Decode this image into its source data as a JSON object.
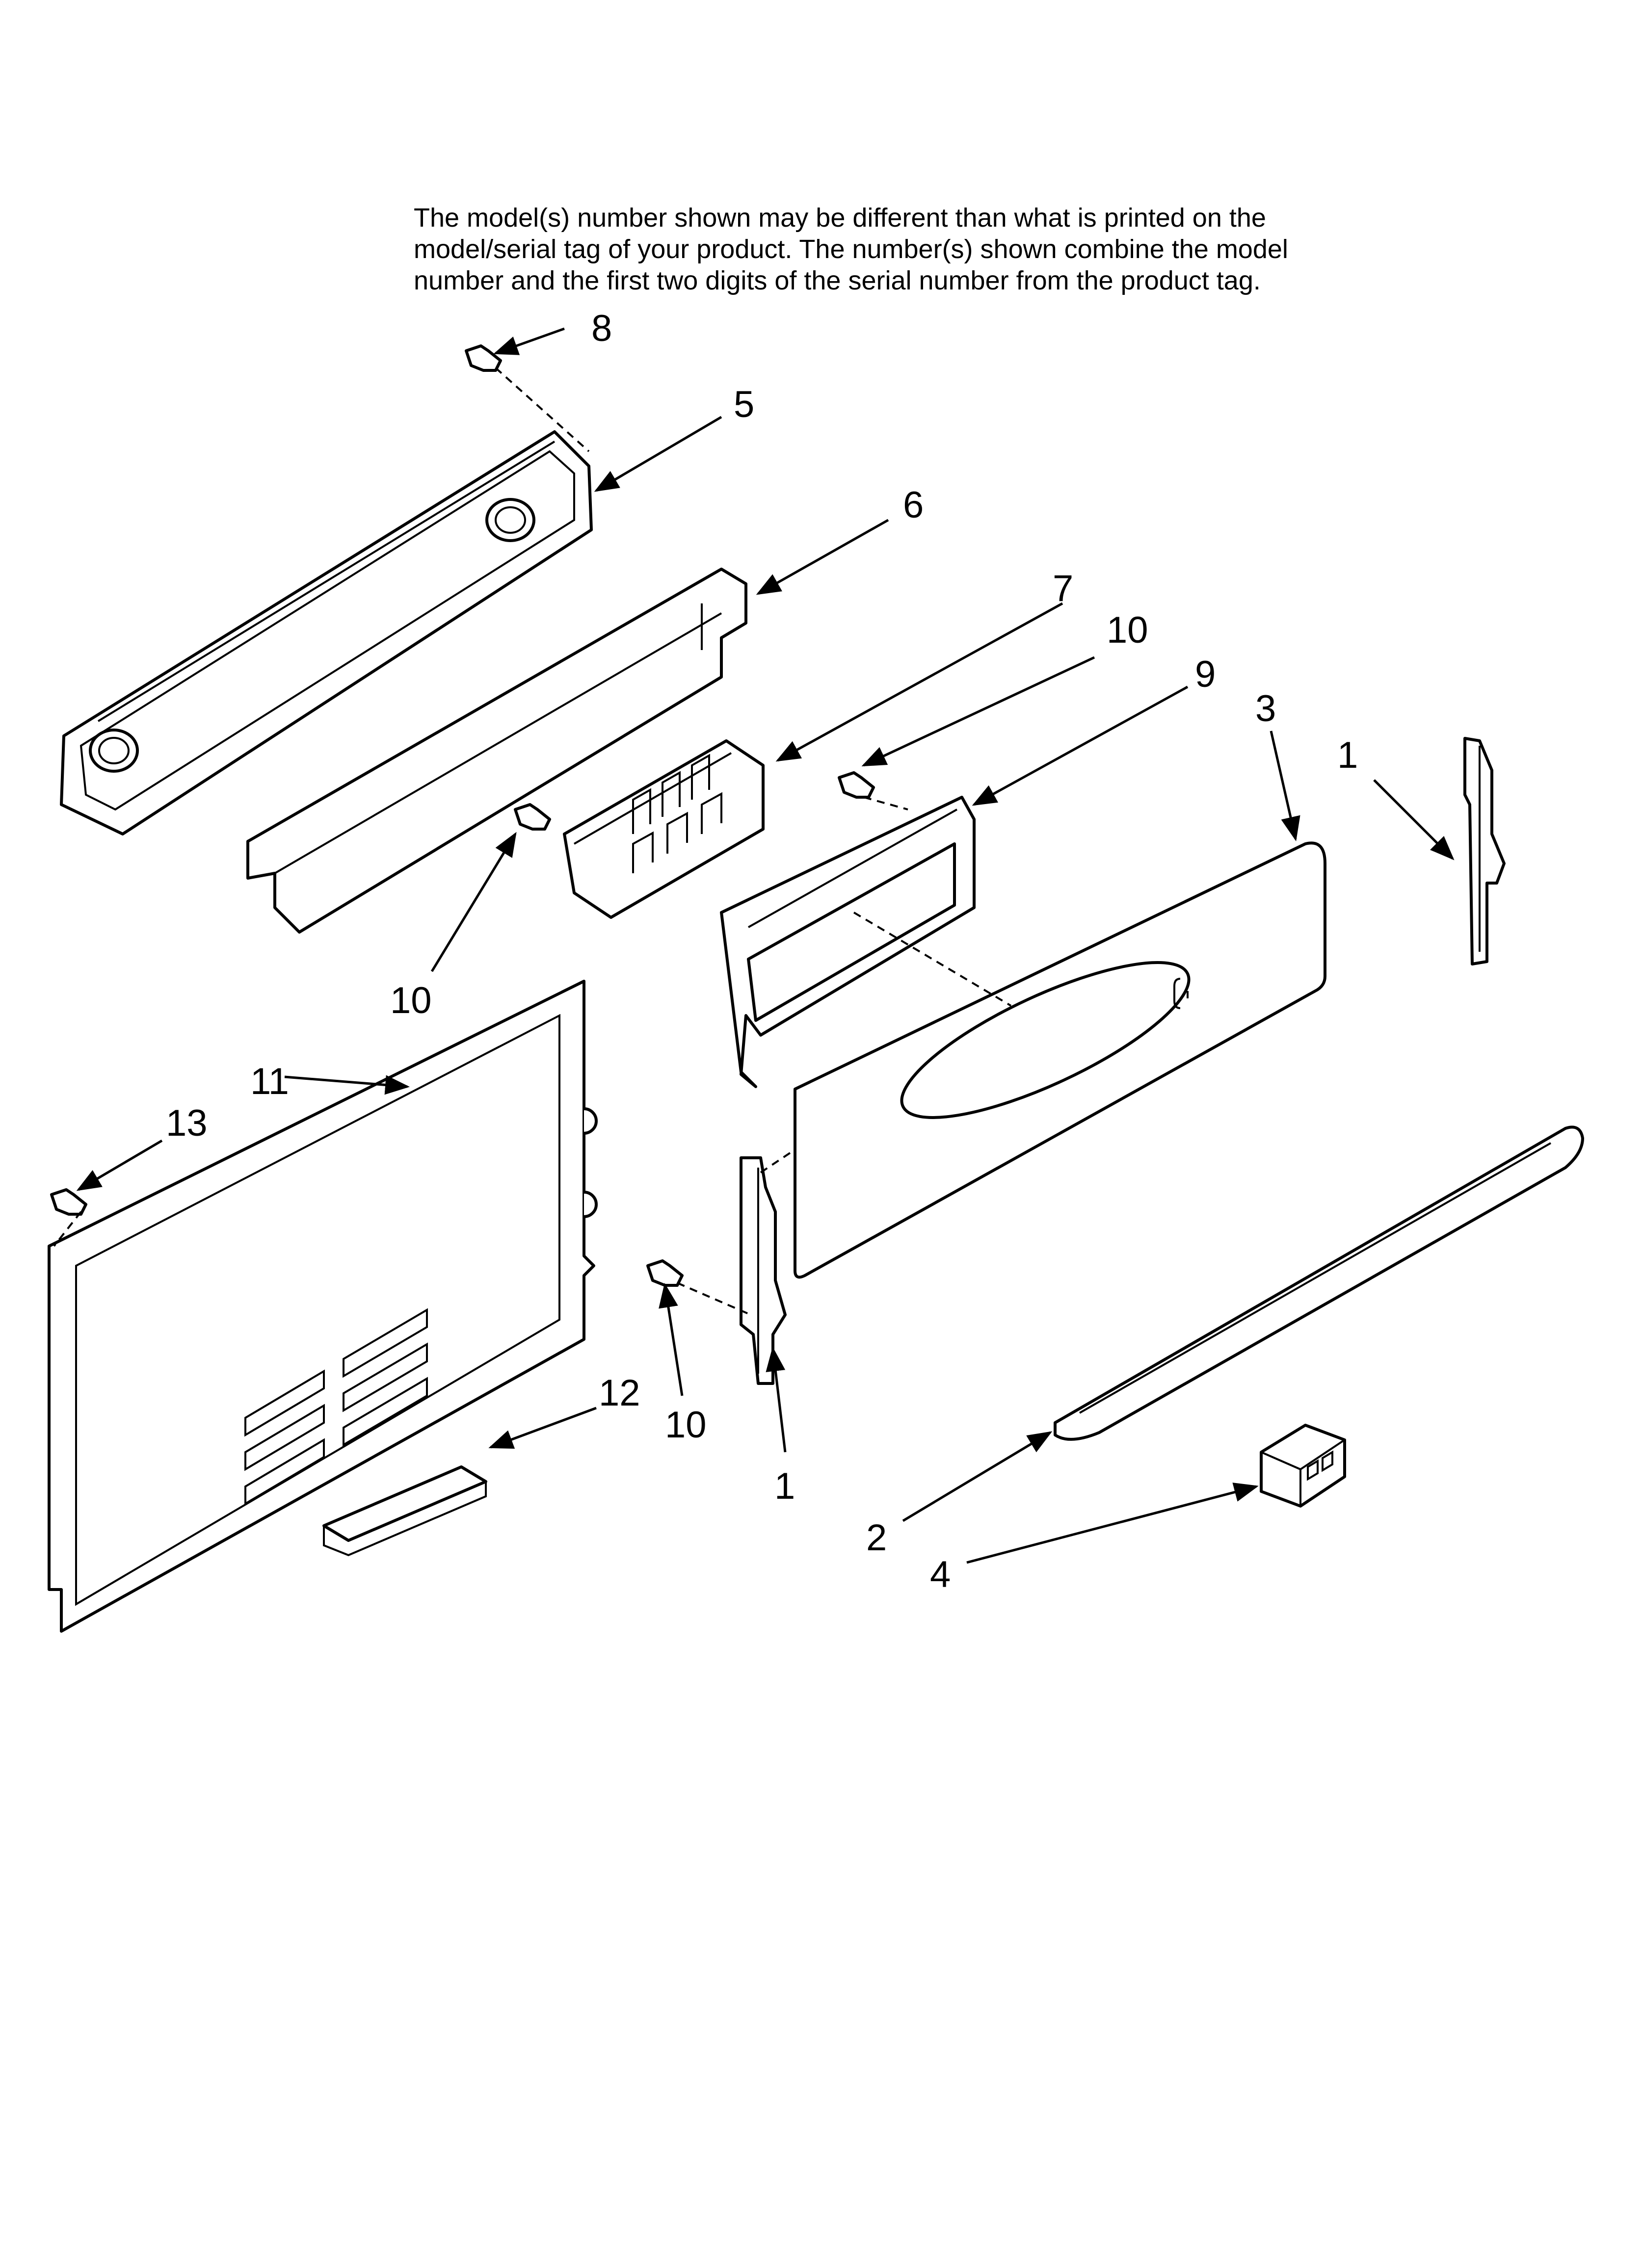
{
  "note": {
    "line1": "The model(s) number shown may be different than what is printed on the",
    "line2": "model/serial tag of your product. The number(s) shown combine the model",
    "line3": "number and the first two digits of the serial number from the product tag."
  },
  "callouts": {
    "c8": "8",
    "c5": "5",
    "c6": "6",
    "c7": "7",
    "c10_top": "10",
    "c9": "9",
    "c3": "3",
    "c1_right": "1",
    "c10_left": "10",
    "c11": "11",
    "c13": "13",
    "c12": "12",
    "c10_bottom": "10",
    "c1_bottom": "1",
    "c2": "2",
    "c4": "4"
  }
}
